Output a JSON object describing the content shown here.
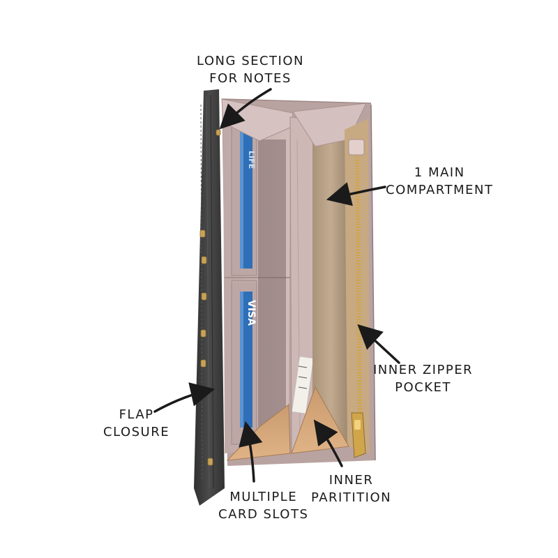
{
  "annotations": {
    "notes_section": {
      "line1": "LONG SECTION",
      "line2": "FOR NOTES"
    },
    "main_compartment": {
      "line1": "1 MAIN",
      "line2": "COMPARTMENT"
    },
    "zipper_pocket": {
      "line1": "INNER ZIPPER",
      "line2": "POCKET"
    },
    "flap_closure": {
      "line1": "FLAP",
      "line2": "CLOSURE"
    },
    "card_slots": {
      "line1": "MULTIPLE",
      "line2": "CARD SLOTS"
    },
    "inner_partition": {
      "line1": "INNER",
      "line2": "PARITITION"
    }
  },
  "card_texts": {
    "top_card": "LIFE",
    "bottom_card": "VISA"
  },
  "colors": {
    "background": "#ffffff",
    "flap": "#3a3b3a",
    "interior_pink": "#c8b2b0",
    "interior_tan": "#b8a286",
    "zipper_gold": "#d1a54a",
    "card_blue": "#2e6fb8",
    "arrow": "#1a1a1a"
  }
}
